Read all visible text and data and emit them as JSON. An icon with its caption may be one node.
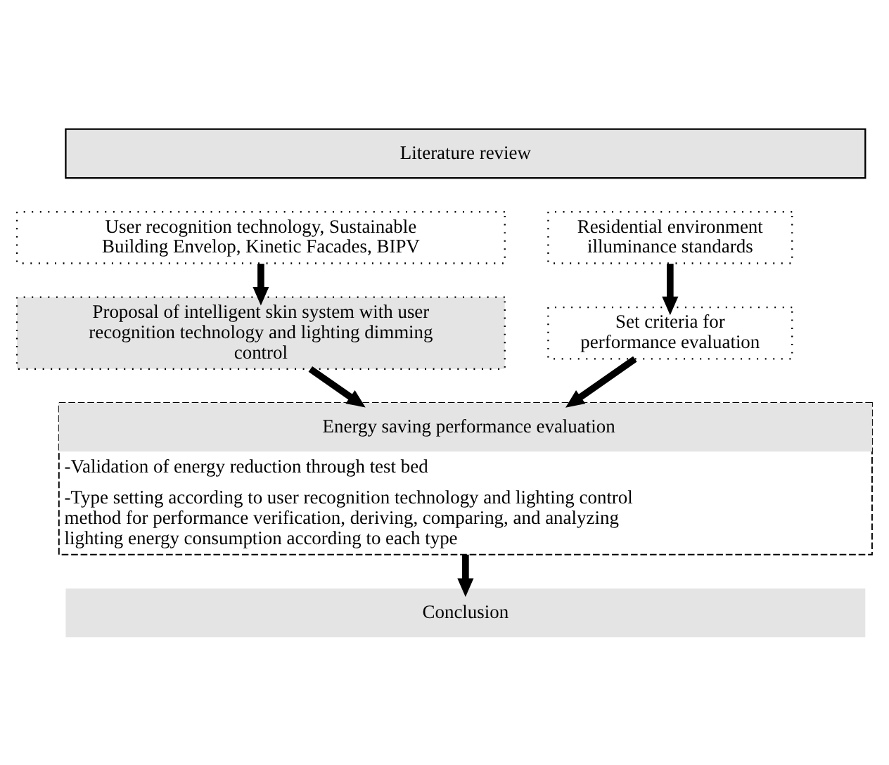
{
  "diagram": {
    "nodes": [
      {
        "text": [
          "Literature review"
        ]
      },
      {
        "text": [
          "User recognition technology, Sustainable Building Envelop, Kinetic Facades, BIPV"
        ]
      },
      {
        "text": [
          "Residential environment illuminance standards"
        ]
      },
      {
        "text": [
          "Proposal of intelligent skin system with user recognition technology and lighting dimming control"
        ]
      },
      {
        "text": [
          "Set criteria for performance evaluation"
        ]
      },
      {
        "text": [
          "Energy saving performance evaluation",
          "-Validation of energy reduction through test bed",
          "-Type setting according to user recognition technology and lighting control method for performance verification, deriving, comparing, and analyzing lighting energy consumption according to each type"
        ]
      },
      {
        "text": [
          "Conclusion"
        ]
      }
    ],
    "edges": [
      {
        "from": 1,
        "to": 3,
        "arrow": "to"
      },
      {
        "from": 2,
        "to": 4,
        "arrow": "to"
      },
      {
        "from": 3,
        "to": 5,
        "arrow": "to"
      },
      {
        "from": 4,
        "to": 5,
        "arrow": "to"
      },
      {
        "from": 5,
        "to": 6,
        "arrow": "to"
      }
    ]
  }
}
